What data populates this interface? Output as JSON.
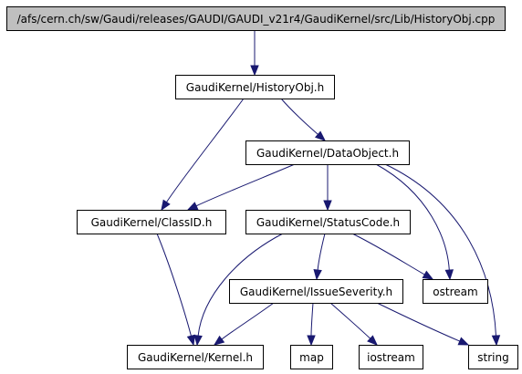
{
  "diagram": {
    "colors": {
      "edge": "#191970",
      "node_border": "#000000",
      "root_fill": "#bfbfbf",
      "node_fill": "#ffffff"
    },
    "nodes": [
      {
        "id": "root",
        "label": "/afs/cern.ch/sw/Gaudi/releases/GAUDI/GAUDI_v21r4/GaudiKernel/src/Lib/HistoryObj.cpp",
        "highlighted": true
      },
      {
        "id": "historyobj",
        "label": "GaudiKernel/HistoryObj.h",
        "highlighted": false
      },
      {
        "id": "dataobject",
        "label": "GaudiKernel/DataObject.h",
        "highlighted": false
      },
      {
        "id": "classid",
        "label": "GaudiKernel/ClassID.h",
        "highlighted": false
      },
      {
        "id": "statuscode",
        "label": "GaudiKernel/StatusCode.h",
        "highlighted": false
      },
      {
        "id": "issueseverity",
        "label": "GaudiKernel/IssueSeverity.h",
        "highlighted": false
      },
      {
        "id": "ostream",
        "label": "ostream",
        "highlighted": false
      },
      {
        "id": "kernel",
        "label": "GaudiKernel/Kernel.h",
        "highlighted": false
      },
      {
        "id": "map",
        "label": "map",
        "highlighted": false
      },
      {
        "id": "iostream",
        "label": "iostream",
        "highlighted": false
      },
      {
        "id": "string",
        "label": "string",
        "highlighted": false
      }
    ],
    "edges": [
      {
        "from": "root",
        "to": "historyobj"
      },
      {
        "from": "historyobj",
        "to": "dataobject"
      },
      {
        "from": "historyobj",
        "to": "classid"
      },
      {
        "from": "dataobject",
        "to": "classid"
      },
      {
        "from": "dataobject",
        "to": "statuscode"
      },
      {
        "from": "dataobject",
        "to": "ostream"
      },
      {
        "from": "dataobject",
        "to": "string"
      },
      {
        "from": "classid",
        "to": "kernel"
      },
      {
        "from": "statuscode",
        "to": "kernel"
      },
      {
        "from": "statuscode",
        "to": "issueseverity"
      },
      {
        "from": "statuscode",
        "to": "ostream"
      },
      {
        "from": "issueseverity",
        "to": "kernel"
      },
      {
        "from": "issueseverity",
        "to": "map"
      },
      {
        "from": "issueseverity",
        "to": "iostream"
      },
      {
        "from": "issueseverity",
        "to": "string"
      }
    ]
  }
}
